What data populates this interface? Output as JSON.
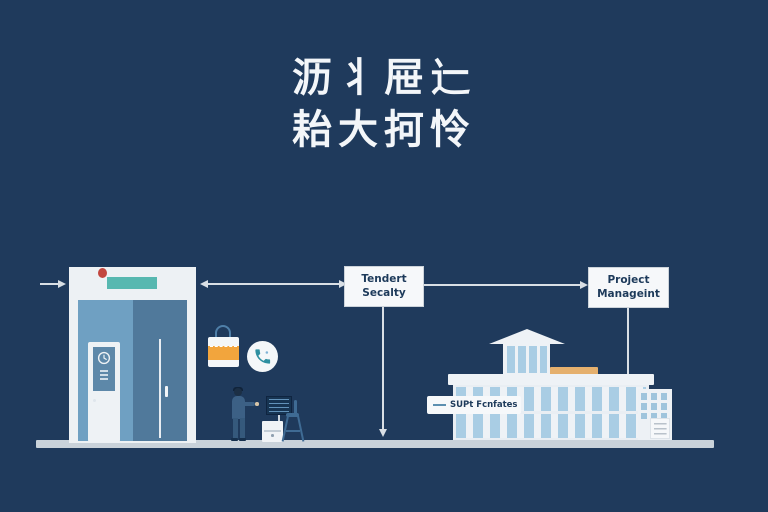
{
  "scene": {
    "background_color": "#1f3a5c",
    "ground_color": "#c9d2da"
  },
  "title": {
    "line1": "沥丬屉辷",
    "line2": "耛大抲怜",
    "color": "#f3f6f9"
  },
  "flow": {
    "tender_box": {
      "line1": "Tendert",
      "line2": "Secalty"
    },
    "project_box": {
      "line1": "Project",
      "line2": "Manageint"
    }
  },
  "building": {
    "banner_text": "SUPt Fcnfates"
  },
  "palette": {
    "door_header_teal": "#57b8b0",
    "door_indicator_red": "#c2473f",
    "door_left_panel_blue": "#6fa0c2",
    "door_right_panel_blue": "#50799b",
    "window_blue": "#a9cde4",
    "roof_strip_orange": "#e5b06e",
    "briefcase_orange": "#f2a53d",
    "phone_teal": "#2d8fa0",
    "arrow_gray": "#d9dfe5",
    "box_text_navy": "#1d3a5a"
  }
}
